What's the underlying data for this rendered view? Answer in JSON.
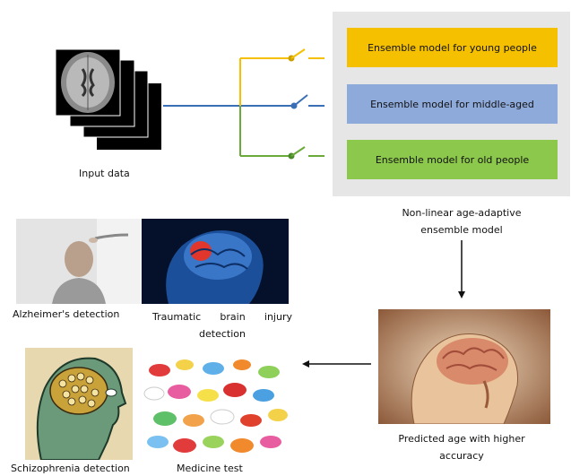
{
  "input": {
    "caption": "Input data"
  },
  "models": {
    "young": {
      "label": "Ensemble model for young people",
      "color": "#f5c000"
    },
    "middle": {
      "label": "Ensemble model for middle-aged",
      "color": "#8eaadb"
    },
    "old": {
      "label": "Ensemble model for old people",
      "color": "#8cc84b"
    }
  },
  "ensemble_caption": {
    "line1": "Non-linear age-adaptive",
    "line2": "ensemble model"
  },
  "output": {
    "line1": "Predicted age with higher",
    "line2": "accuracy"
  },
  "applications": {
    "alzheimers": "Alzheimer's detection",
    "tbi_line1": "Traumatic brain injury",
    "tbi_line2": "detection",
    "schizophrenia": "Schizophrenia detection",
    "medicine": "Medicine test"
  },
  "colors": {
    "panel": "#e6e6e6",
    "line_blue": "#3a6fb5",
    "line_yellow": "#f5c000",
    "line_green": "#6aaa3a"
  }
}
